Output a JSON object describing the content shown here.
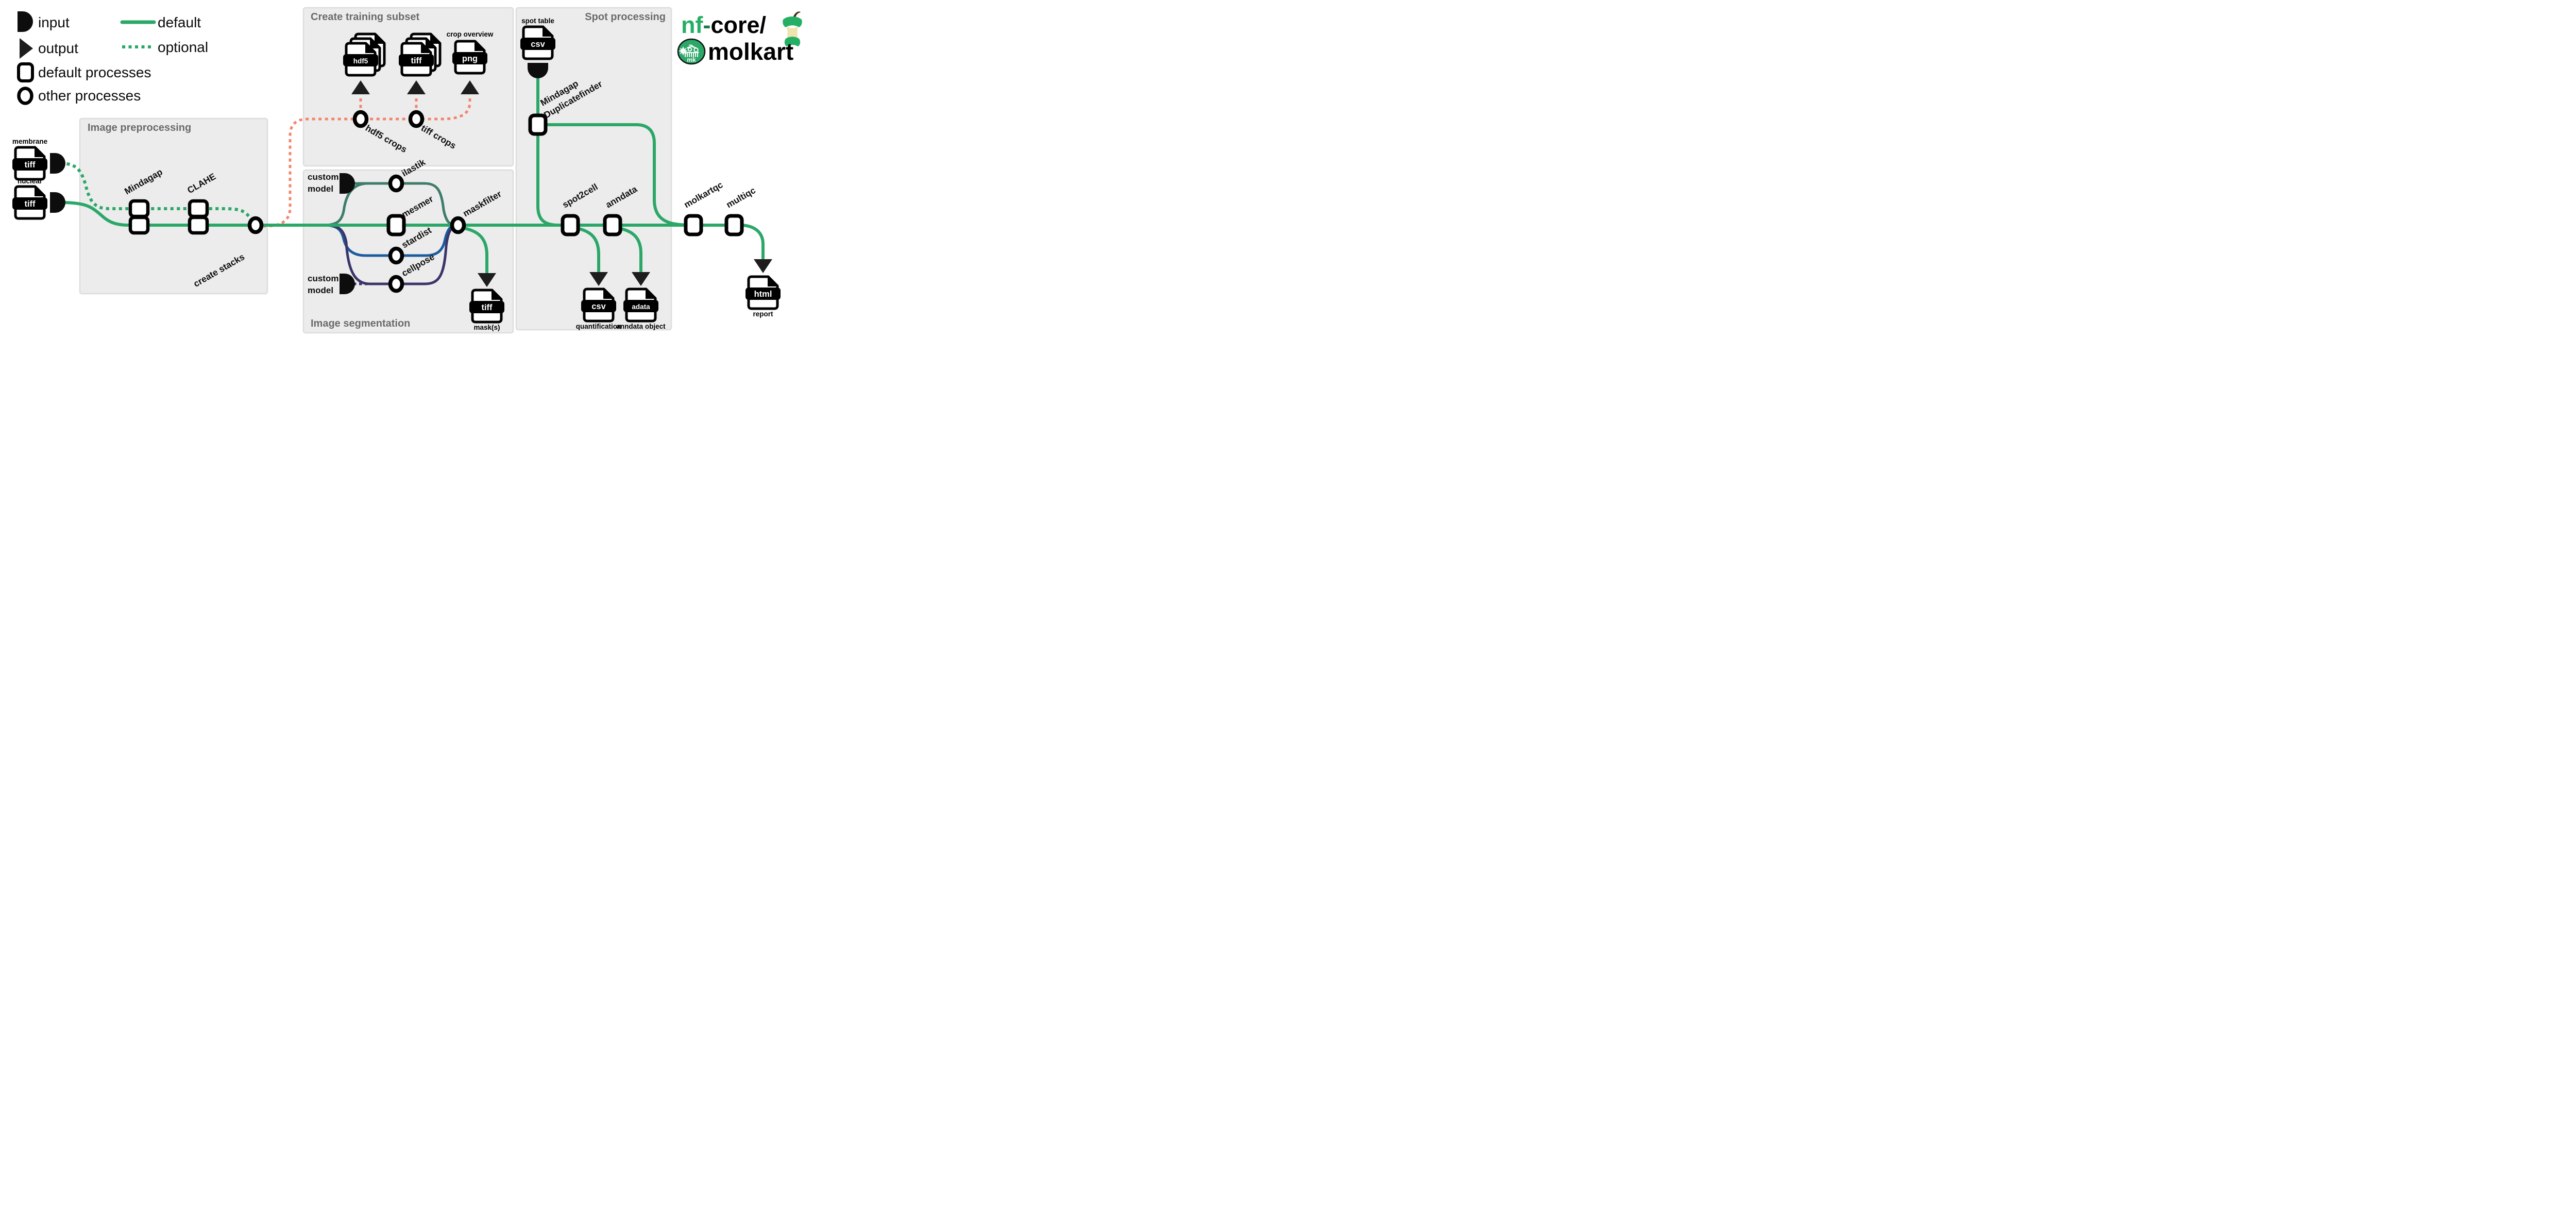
{
  "colors": {
    "green": "#2BA768",
    "salmon": "#F2846E",
    "teal": "#3E7D6B",
    "blue": "#1C5C9E",
    "navy": "#3A356A",
    "box_fill": "#ECECEC",
    "title_grey": "#6A6A6A",
    "logo_green": "#25AF64",
    "ink": "#0D0D0D"
  },
  "legend": {
    "items": [
      {
        "label": "input"
      },
      {
        "label": "output"
      },
      {
        "label": "default processes"
      },
      {
        "label": "other processes"
      }
    ],
    "lines": [
      {
        "label": "default"
      },
      {
        "label": "optional"
      }
    ]
  },
  "boxes": {
    "preprocessing": {
      "title": "Image preprocessing"
    },
    "training": {
      "title": "Create training subset"
    },
    "segmentation": {
      "title": "Image segmentation"
    },
    "spot": {
      "title": "Spot processing"
    }
  },
  "inputs": {
    "membrane": {
      "label": "membrane",
      "ext": "tiff"
    },
    "nuclear": {
      "label": "nuclear",
      "ext": "tiff"
    },
    "spot_table": {
      "label": "spot table",
      "ext": "csv"
    },
    "custom_model_top": {
      "line1": "custom",
      "line2": "model"
    },
    "custom_model_bottom": {
      "line1": "custom",
      "line2": "model"
    }
  },
  "processes": {
    "mindagap": {
      "label": "Mindagap"
    },
    "clahe": {
      "label": "CLAHE"
    },
    "create_stacks": {
      "label": "create stacks"
    },
    "hdf5_crops": {
      "label": "hdf5 crops"
    },
    "tiff_crops": {
      "label": "tiff crops"
    },
    "ilastik": {
      "label": "ilastik"
    },
    "mesmer": {
      "label": "mesmer"
    },
    "stardist": {
      "label": "stardist"
    },
    "cellpose": {
      "label": "cellpose"
    },
    "maskfilter": {
      "label": "maskfilter"
    },
    "duplicatefinder": {
      "line1": "Mindagap",
      "line2": "Duplicatefinder"
    },
    "spot2cell": {
      "label": "spot2cell"
    },
    "anndata": {
      "label": "anndata"
    },
    "molkartqc": {
      "label": "molkartqc"
    },
    "multiqc": {
      "label": "multiqc"
    }
  },
  "outputs": {
    "hdf5_file": {
      "ext": "hdf5"
    },
    "tiff_file": {
      "ext": "tiff"
    },
    "png_file": {
      "ext": "png",
      "label": "crop overview"
    },
    "mask_file": {
      "ext": "tiff",
      "label": "mask(s)"
    },
    "quant_file": {
      "ext": "csv",
      "label": "quantification"
    },
    "adata_file": {
      "ext": "adata",
      "label": "anndata object"
    },
    "report_file": {
      "ext": "html",
      "label": "report"
    }
  },
  "logo": {
    "nf": "nf",
    "hyphen": "-",
    "core": "core/",
    "name": "molkart",
    "badge": "mk"
  }
}
